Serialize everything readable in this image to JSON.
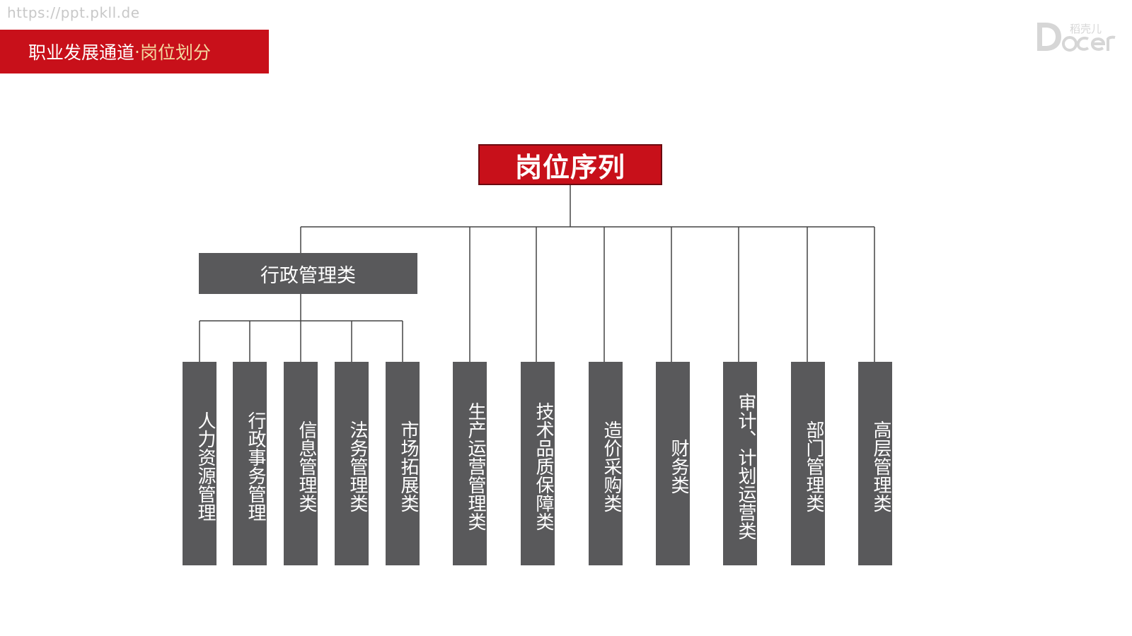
{
  "watermark": {
    "url": "https://ppt.pkll.de"
  },
  "header": {
    "title_main": "职业发展通道",
    "separator": "·",
    "title_accent": "岗位划分"
  },
  "logo": {
    "cn_text": "稻壳儿",
    "en_text": "Docer"
  },
  "diagram": {
    "root": "岗位序列",
    "group": "行政管理类",
    "group_children": [
      "人力资源管理",
      "行政事务管理",
      "信息管理类",
      "法务管理类",
      "市场拓展类"
    ],
    "others": [
      "生产运营管理类",
      "技术品质保障类",
      "造价采购类",
      "财务类",
      "审计、计划运营类",
      "部门管理类",
      "高层管理类"
    ]
  },
  "colors": {
    "brand_red": "#c8101a",
    "box_gray": "#59595b",
    "line": "#444444",
    "accent_text": "#f3d9a0"
  }
}
